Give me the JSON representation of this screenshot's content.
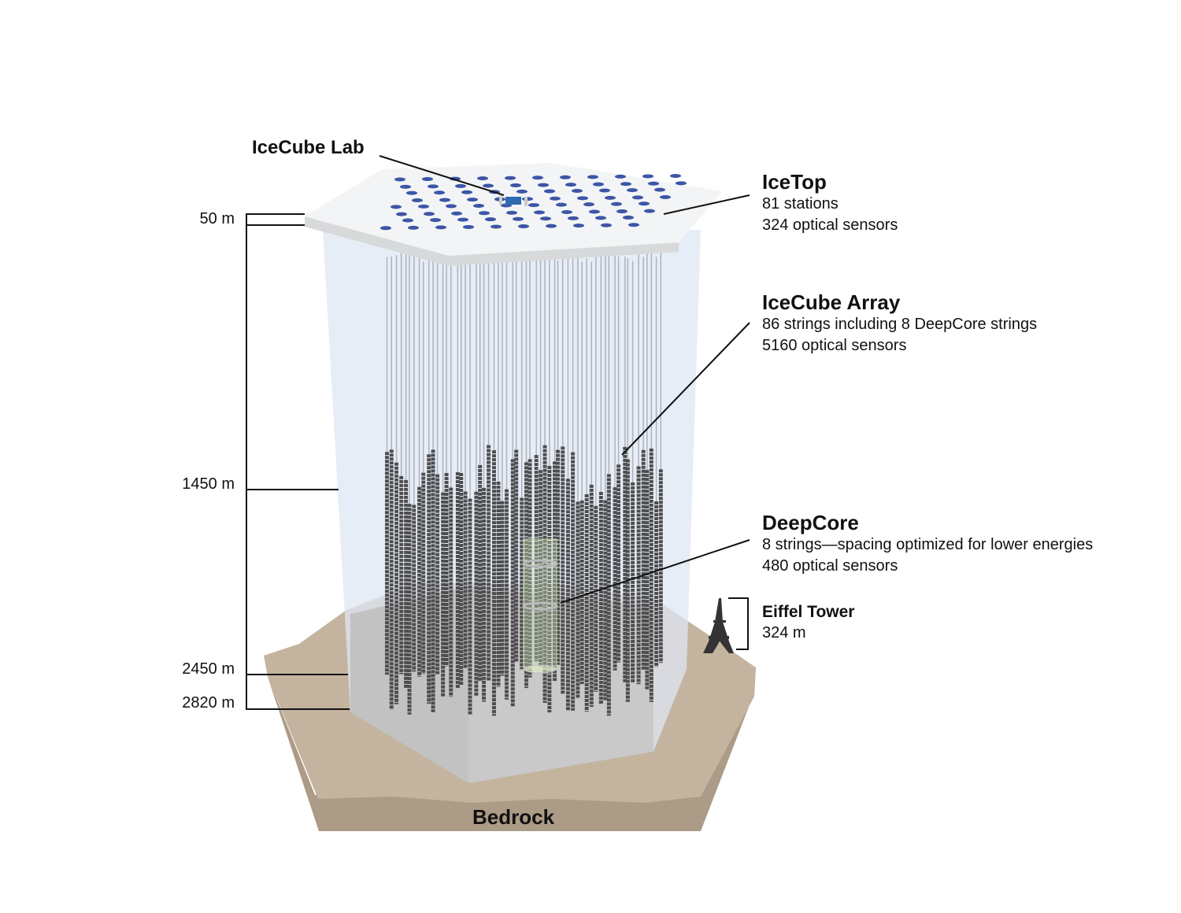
{
  "labels": {
    "icecube_lab": "IceCube Lab",
    "icetop": {
      "title": "IceTop",
      "lines": [
        "81 stations",
        "324 optical sensors"
      ]
    },
    "icecube_array": {
      "title": "IceCube Array",
      "lines": [
        "86 strings including 8 DeepCore strings",
        "5160 optical sensors"
      ]
    },
    "deepcore": {
      "title": "DeepCore",
      "lines": [
        "8 strings—spacing optimized for lower energies",
        "480 optical sensors"
      ]
    },
    "eiffel": {
      "title": "Eiffel Tower",
      "lines": [
        "324 m"
      ]
    },
    "bedrock": "Bedrock"
  },
  "depths": [
    "50 m",
    "1450 m",
    "2450 m",
    "2820 m"
  ],
  "colors": {
    "bedrock_top": "#c4b49f",
    "bedrock_side": "#ac9b86",
    "ice": "#e4ebf6",
    "surface": "#f3f4f5",
    "surface_edge": "#d7d9da",
    "station": "#3d55a6",
    "cable": "#aeb2ba",
    "sensor": "#4d4d4f",
    "deepcore": "#3fc6dc"
  }
}
